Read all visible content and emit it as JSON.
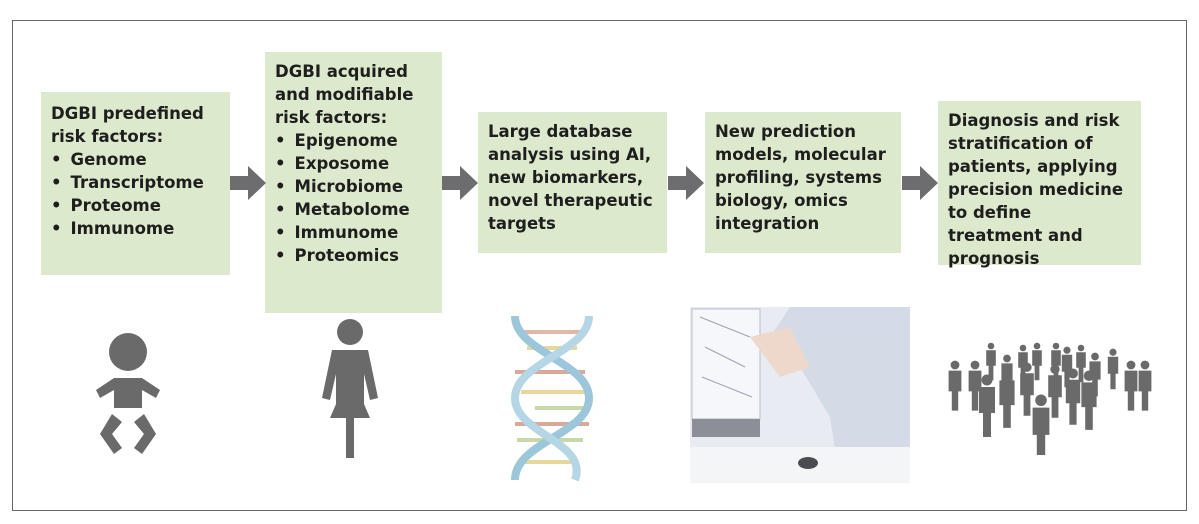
{
  "steps": [
    {
      "title": "DGBI predefined risk factors:",
      "items": [
        "Genome",
        "Transcriptome",
        "Proteome",
        "Immunome"
      ]
    },
    {
      "title": "DGBI acquired and modifiable risk factors:",
      "items": [
        "Epigenome",
        "Exposome",
        "Microbiome",
        "Metabolome",
        "Immunome",
        "Proteomics"
      ]
    },
    {
      "title": "Large database analysis using AI, new biomarkers, novel therapeutic targets"
    },
    {
      "title": "New prediction models, molecular profiling, systems biology, omics integration"
    },
    {
      "title": "Diagnosis and risk stratification of patients, applying precision medicine to define treatment and prognosis"
    }
  ],
  "colors": {
    "box": "#dde9cc",
    "arrow": "#6d6d6f",
    "icon": "#6a6a6a"
  }
}
